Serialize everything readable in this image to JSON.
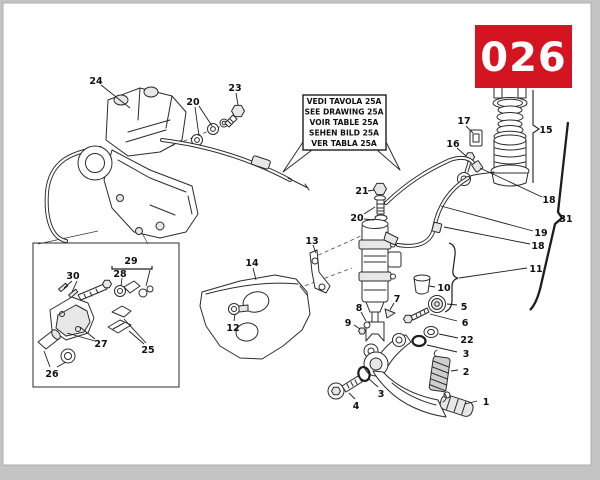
{
  "page": {
    "badge_number": "026"
  },
  "colors": {
    "badge_red": "#d41420",
    "paper": "#ffffff",
    "frame_gray": "#c4c4c4"
  },
  "note_box": {
    "lines": {
      "l0": "VEDI TAVOLA 25A",
      "l1": "SEE DRAWING 25A",
      "l2": "VOIR TABLE 25A",
      "l3": "SEHEN BILD 25A",
      "l4": "VER TABLA 25A"
    }
  },
  "labels": {
    "p1": "1",
    "p2": "2",
    "p3a": "3",
    "p3b": "3",
    "p4": "4",
    "p5": "5",
    "p6": "6",
    "p7": "7",
    "p8": "8",
    "p9": "9",
    "p10": "10",
    "p11": "11",
    "p12": "12",
    "p13": "13",
    "p14": "14",
    "p15": "15",
    "p16": "16",
    "p17": "17",
    "p18a": "18",
    "p18b": "18",
    "p19": "19",
    "p20a": "20",
    "p20b": "20",
    "p21": "21",
    "p22": "22",
    "p23": "23",
    "p24": "24",
    "p25": "25",
    "p26": "26",
    "p27": "27",
    "p28": "28",
    "p29": "29",
    "p30": "30",
    "p31": "31"
  }
}
